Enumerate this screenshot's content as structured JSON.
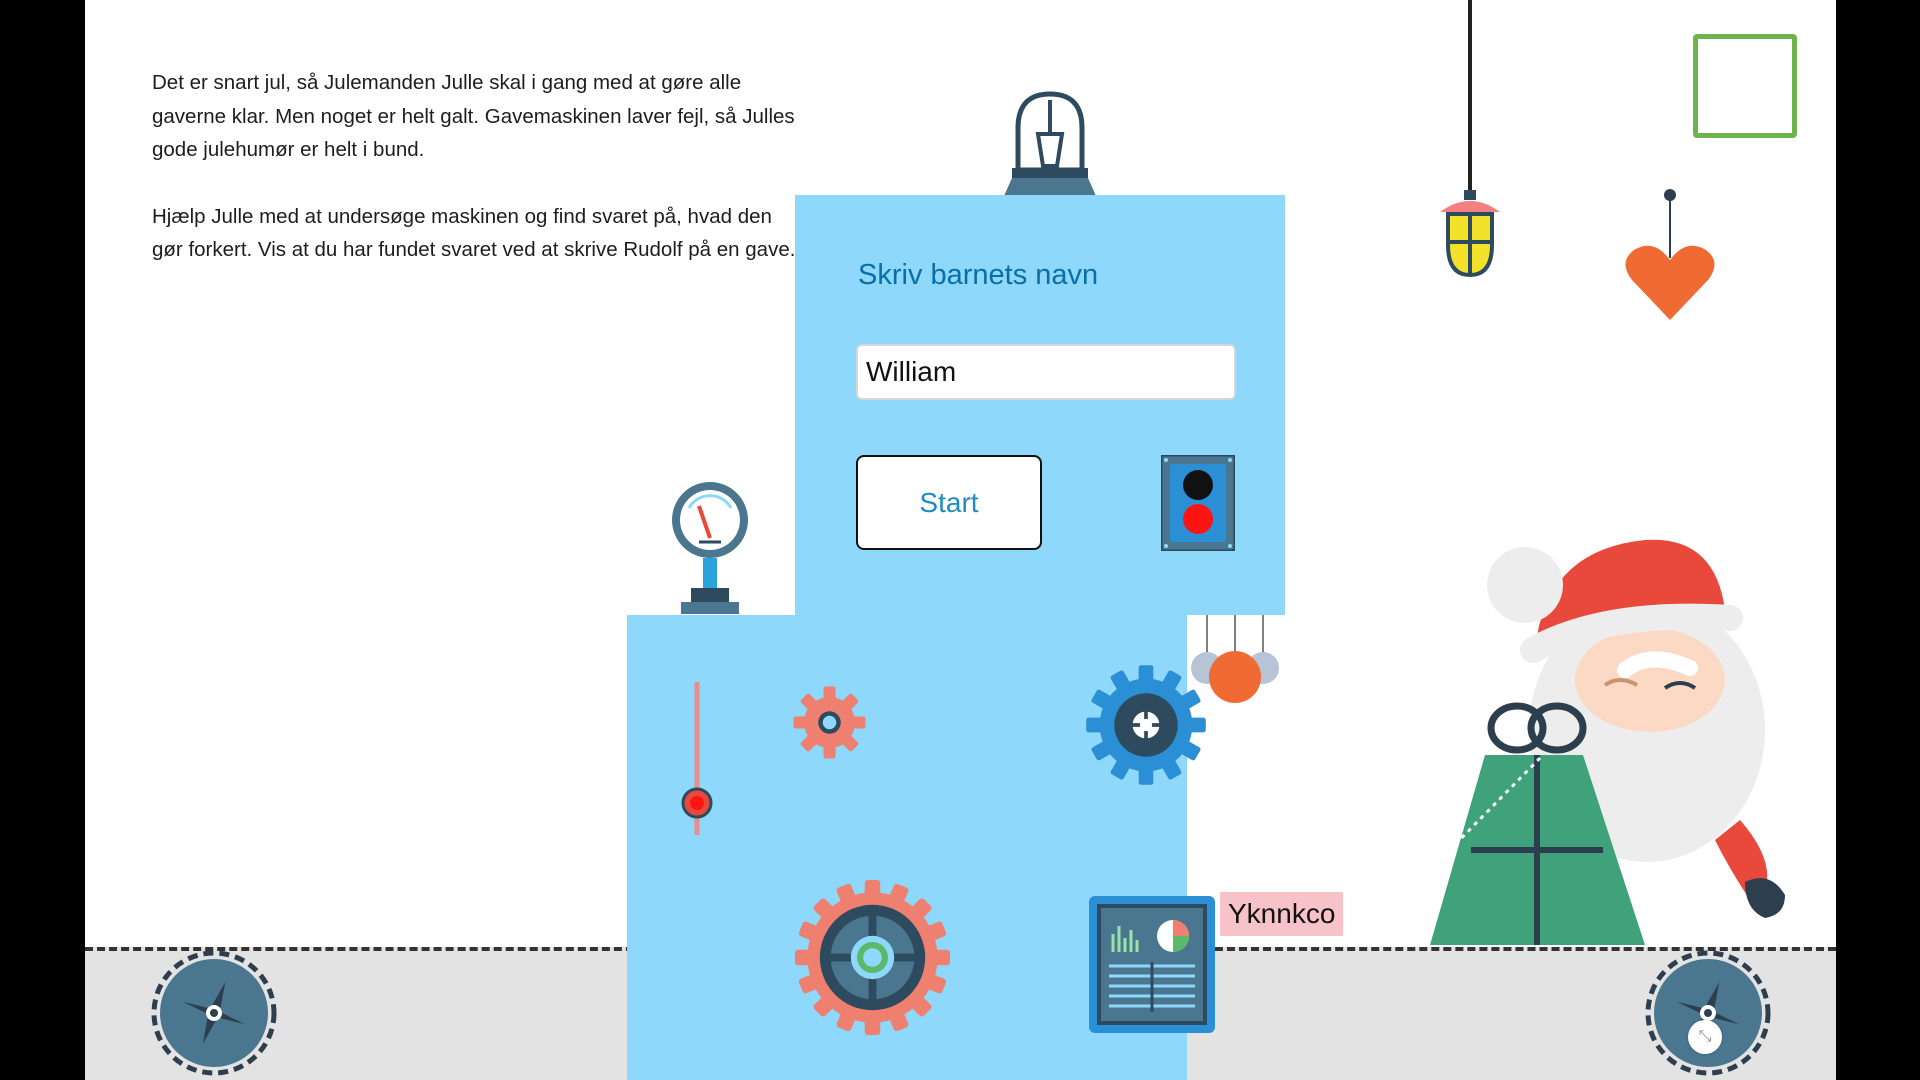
{
  "story": {
    "paragraph1": "Det er snart jul, så Julemanden Julle skal i gang med at gøre alle gaverne klar. Men noget er helt galt. Gavemaskinen laver fejl, så Julles gode julehumør er helt i bund.",
    "paragraph2": "Hjælp Julle med at undersøge maskinen og find svaret på, hvad den gør forkert. Vis at du har fundet svaret ved at skrive Rudolf på en gave."
  },
  "machine": {
    "prompt": "Skriv barnets navn",
    "name_value": "William",
    "start_label": "Start"
  },
  "gift_tag": "Yknnkco",
  "icons": {
    "shrink": "shrink-icon"
  },
  "colors": {
    "machine_blue": "#8dd8fb",
    "prompt_blue": "#0a6fa6",
    "gift_green": "#3fa27b",
    "tag_pink": "#f7c3c9",
    "frame_green": "#6fb34d",
    "santa_red": "#e8493a",
    "heart_orange": "#ef6b33"
  }
}
